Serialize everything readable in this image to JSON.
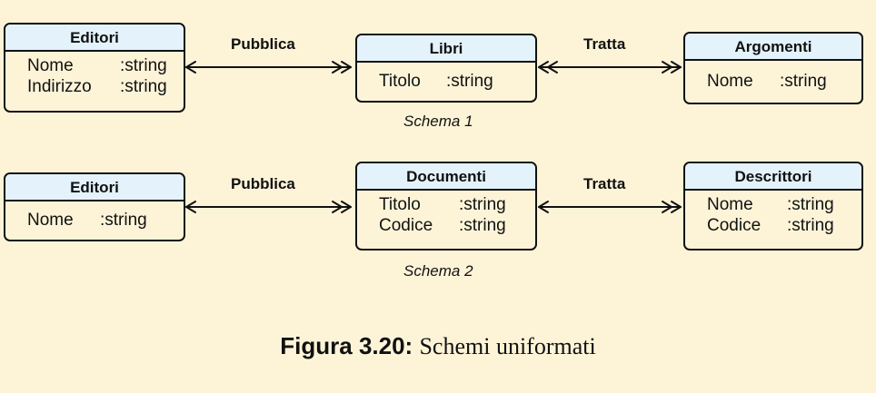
{
  "schema1": {
    "caption": "Schema 1",
    "editori": {
      "title": "Editori",
      "attrs": [
        {
          "name": "Nome",
          "type": ":string"
        },
        {
          "name": "Indirizzo",
          "type": ":string"
        }
      ]
    },
    "libri": {
      "title": "Libri",
      "attrs": [
        {
          "name": "Titolo",
          "type": ":string"
        }
      ]
    },
    "argomenti": {
      "title": "Argomenti",
      "attrs": [
        {
          "name": "Nome",
          "type": ":string"
        }
      ]
    },
    "rel_left": "Pubblica",
    "rel_right": "Tratta"
  },
  "schema2": {
    "caption": "Schema 2",
    "editori": {
      "title": "Editori",
      "attrs": [
        {
          "name": "Nome",
          "type": ":string"
        }
      ]
    },
    "documenti": {
      "title": "Documenti",
      "attrs": [
        {
          "name": "Titolo",
          "type": ":string"
        },
        {
          "name": "Codice",
          "type": ":string"
        }
      ]
    },
    "descrittori": {
      "title": "Descrittori",
      "attrs": [
        {
          "name": "Nome",
          "type": ":string"
        },
        {
          "name": "Codice",
          "type": ":string"
        }
      ]
    },
    "rel_left": "Pubblica",
    "rel_right": "Tratta"
  },
  "figure": {
    "number": "Figura 3.20:",
    "text": "Schemi uniformati"
  }
}
